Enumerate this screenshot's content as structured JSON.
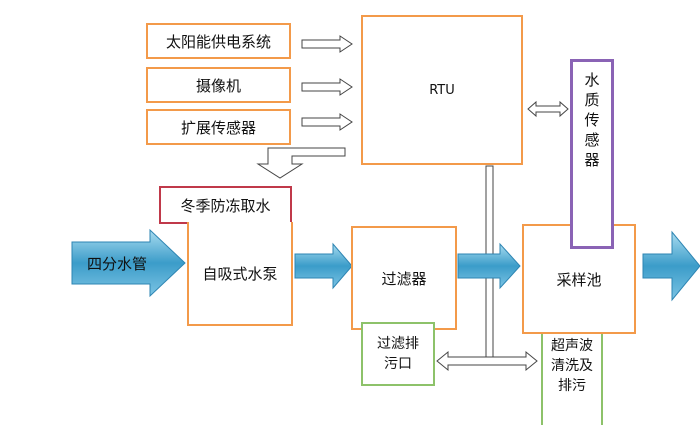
{
  "inputs": {
    "solar": "太阳能供电系统",
    "camera": "摄像机",
    "expansion_sensor": "扩展传感器"
  },
  "rtu": "RTU",
  "water_quality_sensor": "水质传感器",
  "winter_antifreeze": "冬季防冻取水",
  "four_inch_pipe": "四分水管",
  "self_priming_pump": "自吸式水泵",
  "filter": "过滤器",
  "filter_drain": "过滤排污口",
  "sampling_tank": "采样池",
  "ultrasonic_cleaning": "超声波清洗及排污"
}
